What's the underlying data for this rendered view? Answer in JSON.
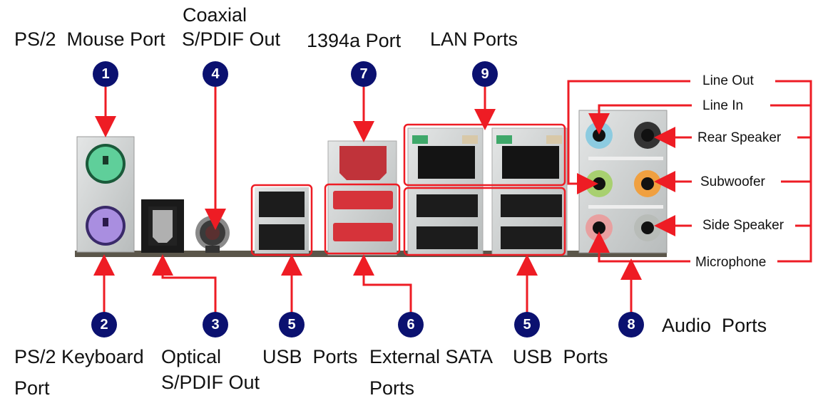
{
  "title": "Motherboard rear I/O panel ports",
  "callouts": [
    {
      "num": "1",
      "label": "PS/2  Mouse Port"
    },
    {
      "num": "2",
      "label": "PS/2 Keyboard",
      "label2": "Port"
    },
    {
      "num": "3",
      "label": "Optical",
      "label2": "S/PDIF Out"
    },
    {
      "num": "4",
      "label": "Coaxial",
      "label2": "S/PDIF Out"
    },
    {
      "num": "5",
      "label": "USB  Ports"
    },
    {
      "num": "6",
      "label": "External SATA",
      "label2": "Ports"
    },
    {
      "num": "5",
      "label": "USB  Ports"
    },
    {
      "num": "7",
      "label": "1394a Port"
    },
    {
      "num": "8",
      "label": "Audio  Ports"
    },
    {
      "num": "9",
      "label": "LAN Ports"
    }
  ],
  "audio_jacks": [
    {
      "label": "Line Out",
      "color": "#a8d070"
    },
    {
      "label": "Line In",
      "color": "#8ccbe0"
    },
    {
      "label": "Rear Speaker",
      "color": "#333333"
    },
    {
      "label": "Subwoofer",
      "color": "#f0a040"
    },
    {
      "label": "Side Speaker",
      "color": "#b8bcb8"
    },
    {
      "label": "Microphone",
      "color": "#e8a0a0"
    }
  ],
  "colors": {
    "callout_red": "#ee1c24",
    "badge_navy": "#0b1170"
  }
}
